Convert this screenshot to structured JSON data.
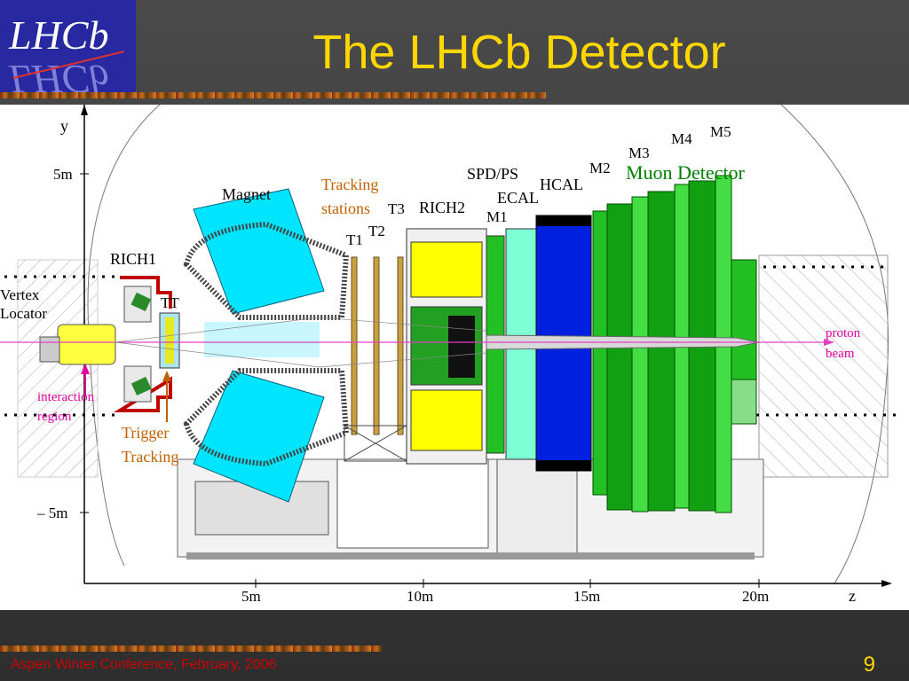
{
  "slide": {
    "title": "The LHCb Detector",
    "footer": "Aspen Winter Conference, February, 2006",
    "number": "9"
  },
  "logo": {
    "text": "LHCb"
  },
  "colors": {
    "title": "#ffd700",
    "footer": "#cc0000",
    "magnet": "#00e5ff",
    "tracking": "#c8a040",
    "rich2": "#ffff00",
    "ecal": "#7fffd4",
    "hcal": "#0020e0",
    "muon": "#22c022",
    "beam": "#e040c0",
    "annotation_pink": "#e000a0",
    "annotation_orange": "#c06000",
    "annotation_green": "#008000"
  },
  "axes": {
    "y_label": "y",
    "z_label": "z",
    "y_ticks": [
      "5m",
      "– 5m"
    ],
    "z_ticks": [
      "5m",
      "10m",
      "15m",
      "20m"
    ]
  },
  "labels": {
    "magnet": "Magnet",
    "rich1": "RICH1",
    "rich2": "RICH2",
    "vertex_locator": [
      "Vertex",
      "Locator"
    ],
    "tt": "TT",
    "tracking_stations": [
      "Tracking",
      "stations"
    ],
    "t1": "T1",
    "t2": "T2",
    "t3": "T3",
    "spd_ps": "SPD/PS",
    "ecal": "ECAL",
    "hcal": "HCAL",
    "m1": "M1",
    "m2": "M2",
    "m3": "M3",
    "m4": "M4",
    "m5": "M5",
    "muon_detector": "Muon Detector",
    "proton_beam": [
      "proton",
      "beam"
    ],
    "interaction_region": [
      "interaction",
      "region"
    ],
    "trigger_tracking": [
      "Trigger",
      "Tracking"
    ]
  }
}
